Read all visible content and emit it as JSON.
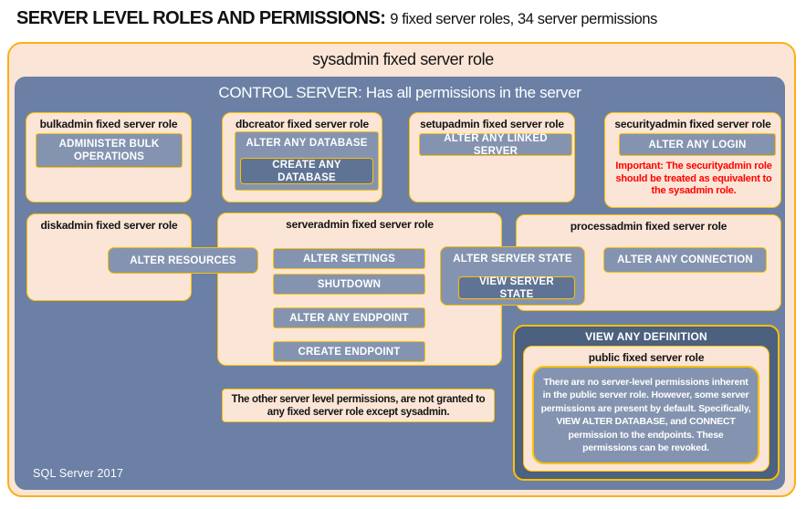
{
  "title": {
    "main": "SERVER LEVEL ROLES AND PERMISSIONS:",
    "sub": "9 fixed server roles, 34 server permissions"
  },
  "sysadmin_label": "sysadmin fixed server role",
  "control_label": "CONTROL SERVER: Has all permissions in the server",
  "roles": {
    "bulkadmin": {
      "title": "bulkadmin fixed server role",
      "perm": "ADMINISTER BULK OPERATIONS"
    },
    "dbcreator": {
      "title": "dbcreator fixed server role",
      "perm_outer": "ALTER ANY DATABASE",
      "perm_inner": "CREATE ANY DATABASE"
    },
    "setupadmin": {
      "title": "setupadmin fixed server role",
      "perm": "ALTER ANY LINKED SERVER"
    },
    "securityadmin": {
      "title": "securityadmin fixed server role",
      "perm": "ALTER ANY LOGIN",
      "warning": "Important: The securityadmin role should be treated as equivalent to the sysadmin role."
    },
    "diskadmin": {
      "title": "diskadmin fixed server role",
      "perm": "ALTER RESOURCES"
    },
    "serveradmin": {
      "title": "serveradmin fixed server role",
      "perms": [
        "ALTER SETTINGS",
        "SHUTDOWN",
        "ALTER ANY ENDPOINT",
        "CREATE ENDPOINT"
      ],
      "perm_outer": "ALTER SERVER STATE",
      "perm_inner": "VIEW SERVER STATE"
    },
    "processadmin": {
      "title": "processadmin fixed server role",
      "perm": "ALTER ANY CONNECTION"
    },
    "public": {
      "container_label": "VIEW ANY DEFINITION",
      "title": "public fixed server role",
      "note": "There are no server-level permissions inherent in the public server role. However, some server permissions are present by default. Specifically, VIEW ALTER DATABASE, and CONNECT permission to the endpoints. These permissions can be revoked."
    }
  },
  "bottom_note": "The other server level permissions, are not granted to any fixed server role except sysadmin.",
  "footer": "SQL Server 2017",
  "colors": {
    "outer_border_gold": "#FCAF17",
    "box_border_gold": "#FFC000",
    "peach_fill": "#FBE5D6",
    "control_blue": "#6B80A4",
    "permission_gray_blue": "#8494B0",
    "nested_permission_dark": "#5F7394",
    "view_any_definition_dark": "#4C607F",
    "warning_red": "#FF0000",
    "text_black": "#141414",
    "text_white": "#FFFFFF"
  }
}
